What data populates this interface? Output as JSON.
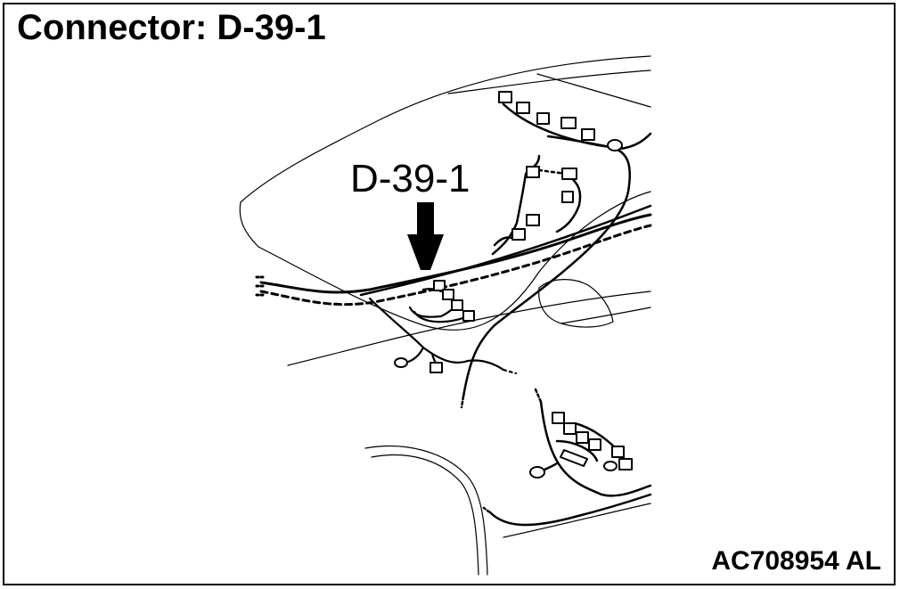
{
  "title": "Connector: D-39-1",
  "callout_label": "D-39-1",
  "figure_code": "AC708954 AL",
  "colors": {
    "ink": "#000000",
    "background": "#ffffff"
  }
}
